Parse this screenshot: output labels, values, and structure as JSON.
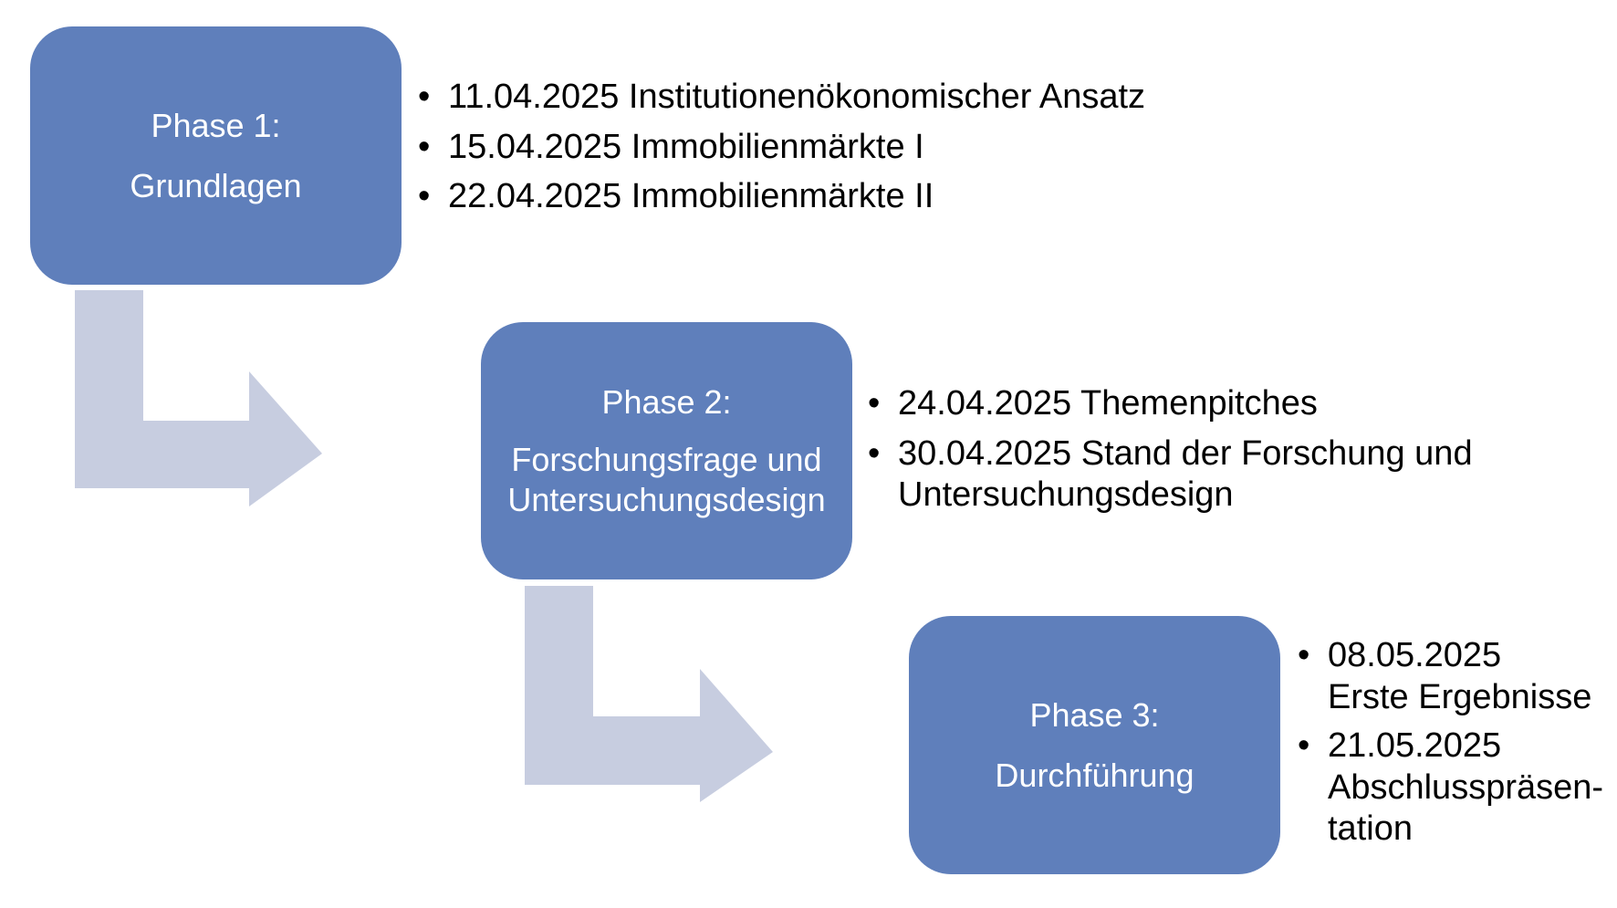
{
  "colors": {
    "phase_box": "#5f7fbb",
    "arrow": "#c7cde0",
    "phase_text": "#ffffff",
    "bullet_text": "#000000"
  },
  "phases": [
    {
      "title": "Phase 1:",
      "subtitle": "Grundlagen",
      "items": [
        "11.04.2025 Institutionenökonomischer Ansatz",
        "15.04.2025 Immobilienmärkte I",
        "22.04.2025 Immobilienmärkte II"
      ]
    },
    {
      "title": "Phase 2:",
      "subtitle_lines": [
        "Forschungsfrage und",
        "Untersuchungsdesign"
      ],
      "items": [
        "24.04.2025 Themenpitches",
        [
          "30.04.2025 Stand der Forschung und",
          "Untersuchungsdesign"
        ]
      ]
    },
    {
      "title": "Phase 3:",
      "subtitle": "Durchführung",
      "items": [
        [
          "08.05.2025",
          "Erste Ergebnisse"
        ],
        [
          "21.05.2025",
          "Abschlusspräsen-",
          "tation"
        ]
      ]
    }
  ]
}
